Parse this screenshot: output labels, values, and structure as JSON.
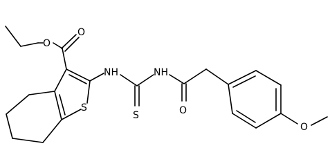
{
  "molecule": {
    "atoms": {
      "ester_carbonyl_O": "O",
      "ester_ether_O": "O",
      "thiophene_S": "S",
      "thiourea_NH_left": "NH",
      "thiourea_NH_right": "NH",
      "thiocarbonyl_S": "S",
      "amide_O": "O",
      "methoxy_O": "O"
    },
    "colors": {
      "bond": "#000000",
      "text": "#000000",
      "background": "#ffffff"
    }
  }
}
